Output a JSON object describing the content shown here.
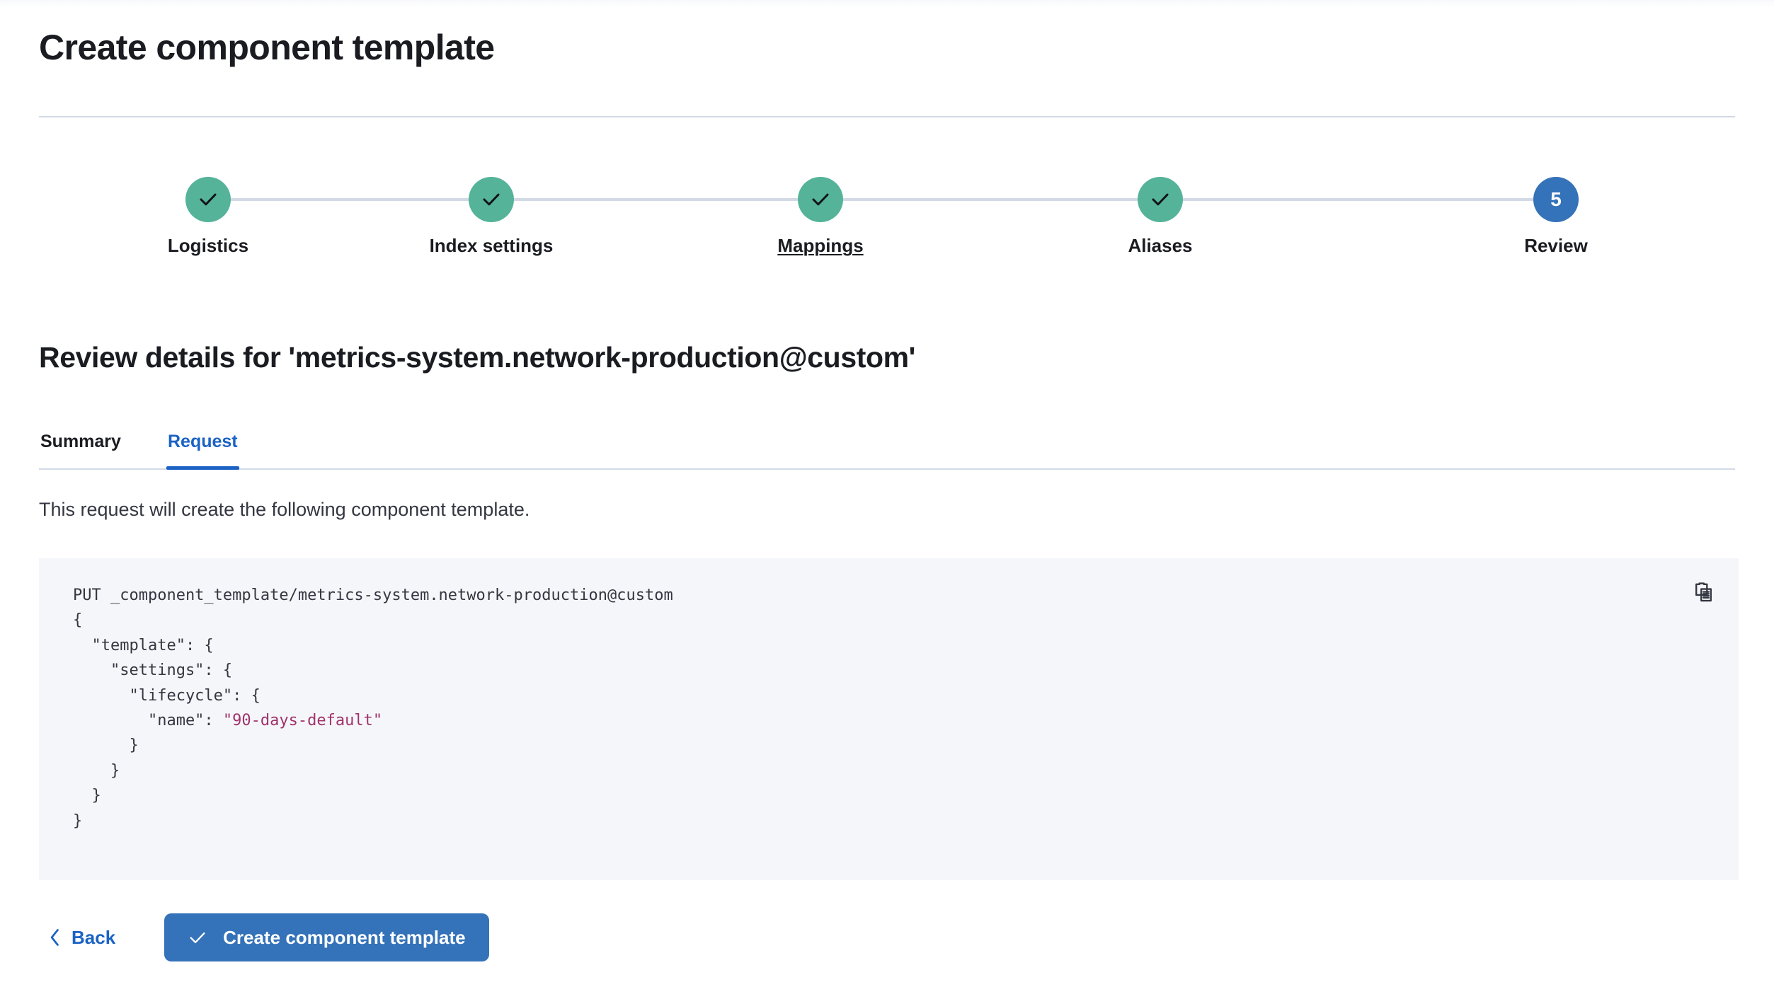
{
  "header": {
    "title": "Create component template"
  },
  "stepper": {
    "steps": [
      {
        "label": "Logistics",
        "state": "done",
        "indicator": "check",
        "linked": false
      },
      {
        "label": "Index settings",
        "state": "done",
        "indicator": "check",
        "linked": false
      },
      {
        "label": "Mappings",
        "state": "done",
        "indicator": "check",
        "linked": true
      },
      {
        "label": "Aliases",
        "state": "done",
        "indicator": "check",
        "linked": false
      },
      {
        "label": "Review",
        "state": "current",
        "indicator": "5",
        "linked": false
      }
    ],
    "done_color": "#54b399",
    "current_color": "#3472b9",
    "connector_color": "#d3dae6"
  },
  "review": {
    "heading": "Review details for 'metrics-system.network-production@custom'",
    "tabs": [
      {
        "label": "Summary",
        "active": false
      },
      {
        "label": "Request",
        "active": true
      }
    ],
    "description": "This request will create the following component template."
  },
  "code": {
    "method": "PUT",
    "path": "_component_template/metrics-system.network-production@custom",
    "line_1": "PUT _component_template/metrics-system.network-production@custom",
    "line_2": "{",
    "line_3": "  \"template\": {",
    "line_4": "    \"settings\": {",
    "line_5": "      \"lifecycle\": {",
    "line_6_key": "        \"name\": ",
    "line_6_value": "\"90-days-default\"",
    "line_7": "      }",
    "line_8": "    }",
    "line_9": "  }",
    "line_10": "}",
    "string_color": "#a0336b",
    "background": "#f5f6fa",
    "copy_icon": "copy-clipboard-icon"
  },
  "footer": {
    "back_label": "Back",
    "create_label": "Create component template",
    "primary_color": "#3472b9",
    "link_color": "#1b62c4"
  }
}
